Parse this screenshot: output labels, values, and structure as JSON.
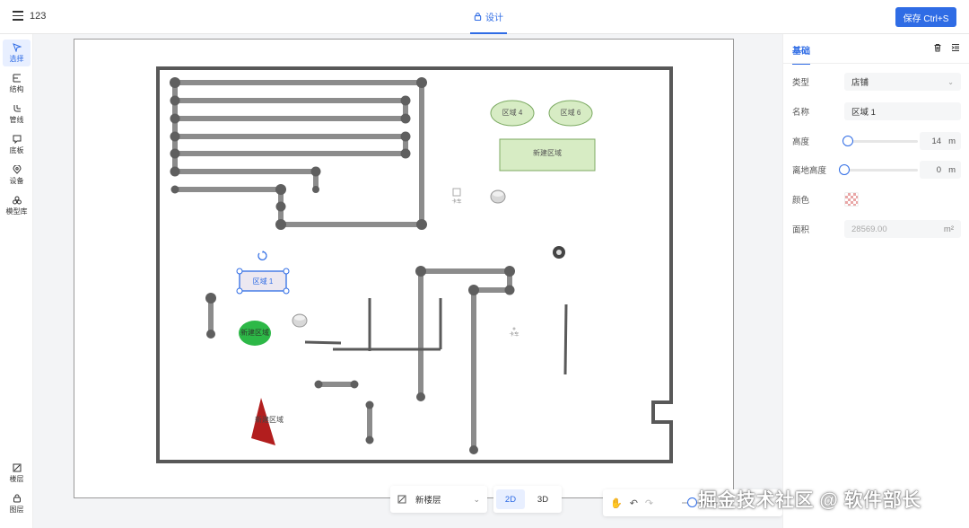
{
  "header": {
    "project_name": "123",
    "design_tab": "设计",
    "save_label": "保存 Ctrl+S"
  },
  "leftbar": {
    "tools": [
      {
        "label": "选择",
        "icon": "cursor-icon",
        "active": true
      },
      {
        "label": "结构",
        "icon": "structure-icon"
      },
      {
        "label": "管线",
        "icon": "pipeline-icon"
      },
      {
        "label": "底板",
        "icon": "floor-plate-icon"
      },
      {
        "label": "设备",
        "icon": "device-pin-icon"
      },
      {
        "label": "模型库",
        "icon": "model-library-icon"
      }
    ],
    "bottom_tools": [
      {
        "label": "楼层",
        "icon": "floor-icon"
      },
      {
        "label": "图层",
        "icon": "layer-icon"
      }
    ]
  },
  "canvas": {
    "zones": {
      "zone4": "区域 4",
      "zone6": "区域 6",
      "new_zone_rect": "新建区域",
      "zone1": "区域 1",
      "new_zone_green": "新建区域",
      "new_zone_red": "新建区域"
    },
    "labels": {
      "card_reader_1": "卡车",
      "card_reader_2": "卡车"
    },
    "floor_select": "新楼层",
    "view_2d": "2D",
    "view_3d": "3D"
  },
  "panel": {
    "tab": "基础",
    "props": {
      "type_label": "类型",
      "type_value": "店铺",
      "name_label": "名称",
      "name_value": "区域 1",
      "height_label": "高度",
      "height_value": "14",
      "height_unit": "m",
      "ground_label": "离地高度",
      "ground_value": "0",
      "ground_unit": "m",
      "color_label": "颜色",
      "area_label": "面积",
      "area_value": "28569.00",
      "area_unit": "m²"
    }
  },
  "watermark": "掘金技术社区 @ 软件部长"
}
